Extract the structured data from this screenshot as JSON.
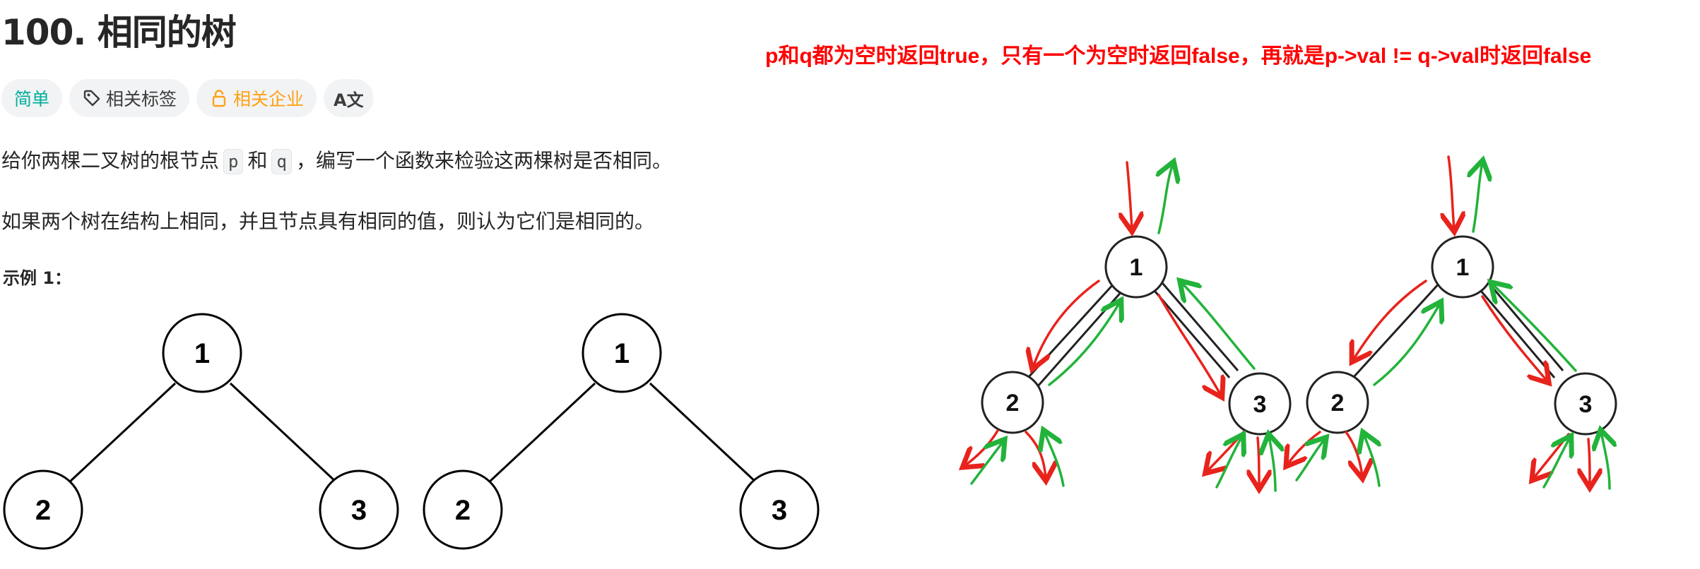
{
  "problem": {
    "title": "100. 相同的树",
    "tags": {
      "difficulty": "简单",
      "related_tags": "相关标签",
      "related_companies": "相关企业",
      "lang_icon": "A文"
    },
    "desc_1_prefix": "给你两棵二叉树的根节点",
    "desc_1_p": "p",
    "desc_1_and": "和",
    "desc_1_q": "q",
    "desc_1_suffix": "，编写一个函数来检验这两棵树是否相同。",
    "desc_2": "如果两个树在结构上相同，并且节点具有相同的值，则认为它们是相同的。",
    "example_label": "示例 1："
  },
  "example_trees": {
    "tree1": {
      "root": "1",
      "left": "2",
      "right": "3"
    },
    "tree2": {
      "root": "1",
      "left": "2",
      "right": "3"
    }
  },
  "annotation": {
    "note": "p和q都为空时返回true，只有一个为空时返回false，再就是p->val != q->val时返回false",
    "tree1": {
      "root": "1",
      "left": "2",
      "right": "3"
    },
    "tree2": {
      "root": "1",
      "left": "2",
      "right": "3"
    }
  },
  "colors": {
    "accent_easy": "#00af9b",
    "accent_company": "#ffa116",
    "note_red": "#ff0000",
    "arrow_red": "#e8231c",
    "arrow_green": "#22b33a"
  },
  "icons": [
    "tag-icon",
    "lock-icon",
    "translate-icon"
  ]
}
